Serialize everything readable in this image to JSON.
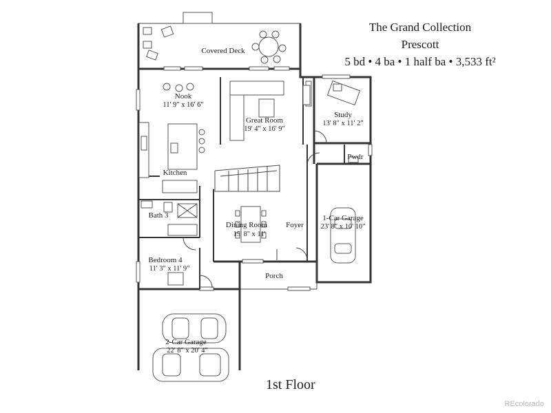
{
  "header": {
    "collection": "The Grand Collection",
    "model": "Prescott",
    "stats": "5 bd • 4 ba • 1 half ba • 3,533 ft²"
  },
  "floor_label": "1st Floor",
  "watermark": "REcolorado",
  "rooms": {
    "covered_deck": {
      "name": "Covered Deck"
    },
    "nook": {
      "name": "Nook",
      "size": "11' 9\" x 16' 6\""
    },
    "great_room": {
      "name": "Great Room",
      "size": "19' 4\" x 16' 9\""
    },
    "study": {
      "name": "Study",
      "size": "13' 8\" x 11' 2\""
    },
    "kitchen": {
      "name": "Kitchen"
    },
    "powder": {
      "name": "Pwdr"
    },
    "bath_3": {
      "name": "Bath 3"
    },
    "dining_room": {
      "name": "Dining Room",
      "size": "15' 8\" x 11'"
    },
    "foyer": {
      "name": "Foyer"
    },
    "garage_1": {
      "name": "1-Car Garage",
      "size": "23' 8\" x 10' 10\""
    },
    "bedroom_4": {
      "name": "Bedroom 4",
      "size": "11' 3\" x 11' 9\""
    },
    "porch": {
      "name": "Porch"
    },
    "garage_2": {
      "name": "2-Car Garage",
      "size": "22' 8\" x 20' 4\""
    }
  }
}
